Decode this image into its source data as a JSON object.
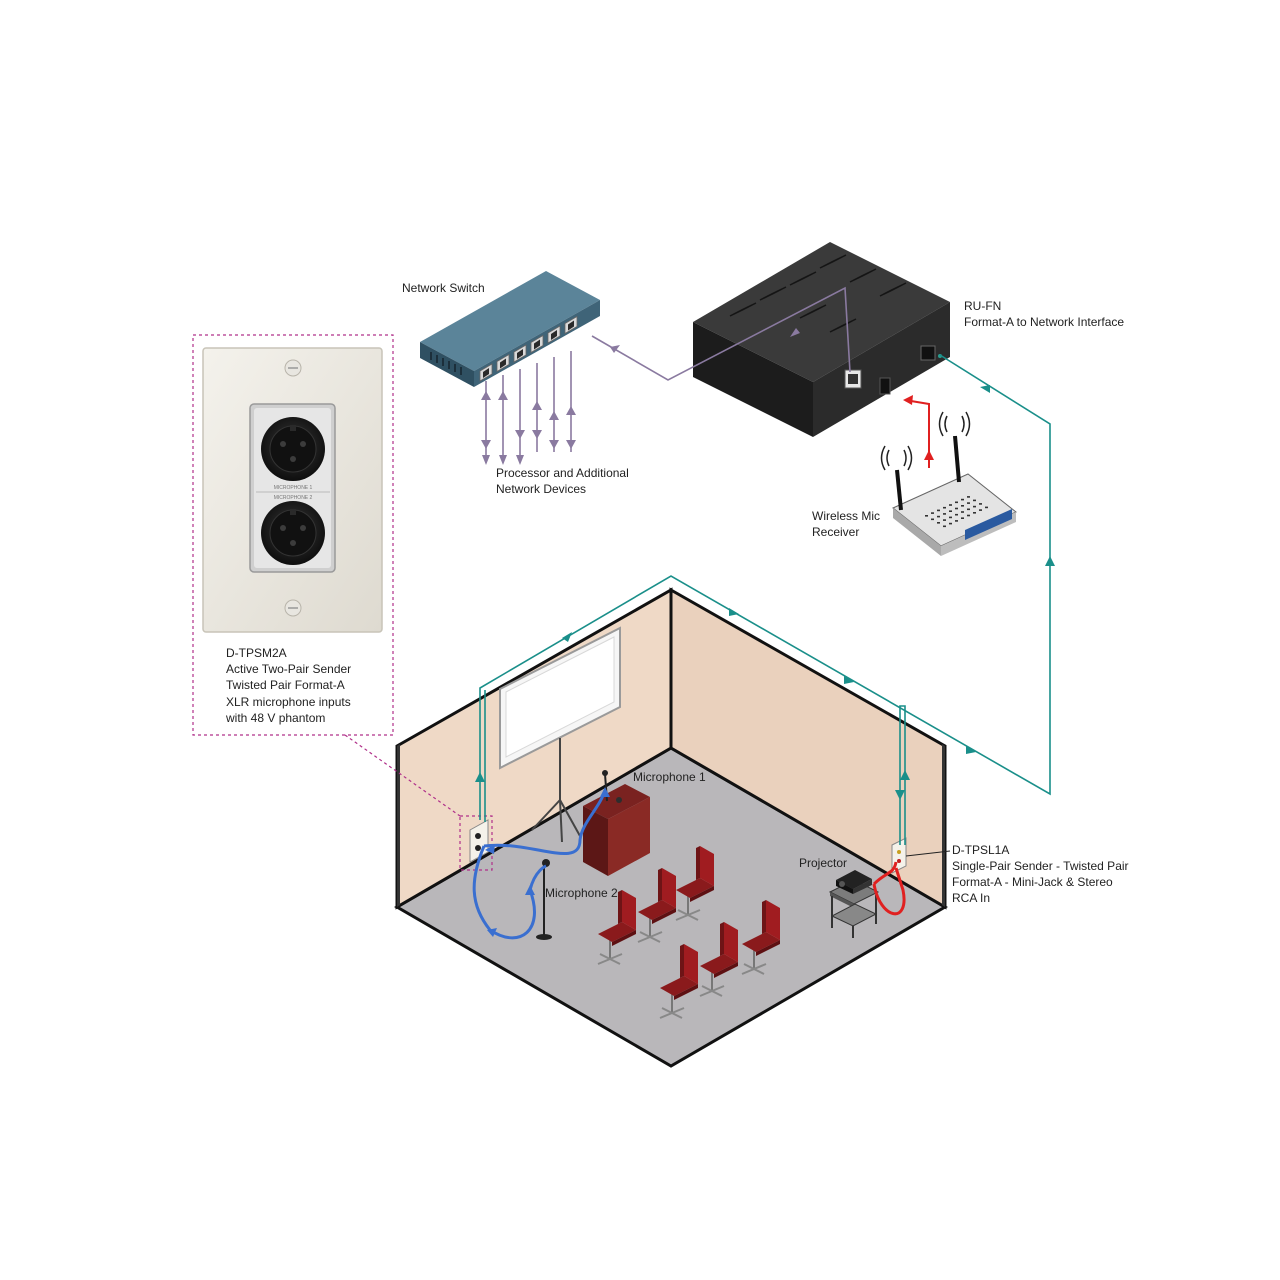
{
  "labels": {
    "network_switch": "Network Switch",
    "processor_line1": "Processor and Additional",
    "processor_line2": "Network Devices",
    "rufn_line1": "RU-FN",
    "rufn_line2": "Format-A to Network Interface",
    "wireless_line1": "Wireless Mic",
    "wireless_line2": "Receiver",
    "dtpsm2a_line1": "D-TPSM2A",
    "dtpsm2a_line2": "Active Two-Pair Sender",
    "dtpsm2a_line3": "Twisted Pair Format-A",
    "dtpsm2a_line4": "XLR microphone inputs",
    "dtpsm2a_line5": "with 48 V phantom",
    "microphone1": "Microphone 1",
    "microphone2": "Microphone 2",
    "projector": "Projector",
    "dtpsl1a_line1": "D-TPSL1A",
    "dtpsl1a_line2": "Single-Pair Sender - Twisted Pair",
    "dtpsl1a_line3": "Format-A - Mini-Jack & Stereo",
    "dtpsl1a_line4": "RCA In"
  },
  "plate_labels": {
    "mic1": "MICROPHONE 1",
    "mic2": "MICROPHONE 2"
  },
  "colors": {
    "cable_network": "#8a7aa0",
    "cable_teal": "#1a8f8a",
    "cable_red": "#e02020",
    "cable_blue": "#3a6fd0",
    "callout_border": "#b0308a",
    "wall": "#efd9c6",
    "floor": "#b8b6b8",
    "switch": "#3f6478",
    "interface": "#2b2b2b",
    "chair": "#a01c20"
  }
}
